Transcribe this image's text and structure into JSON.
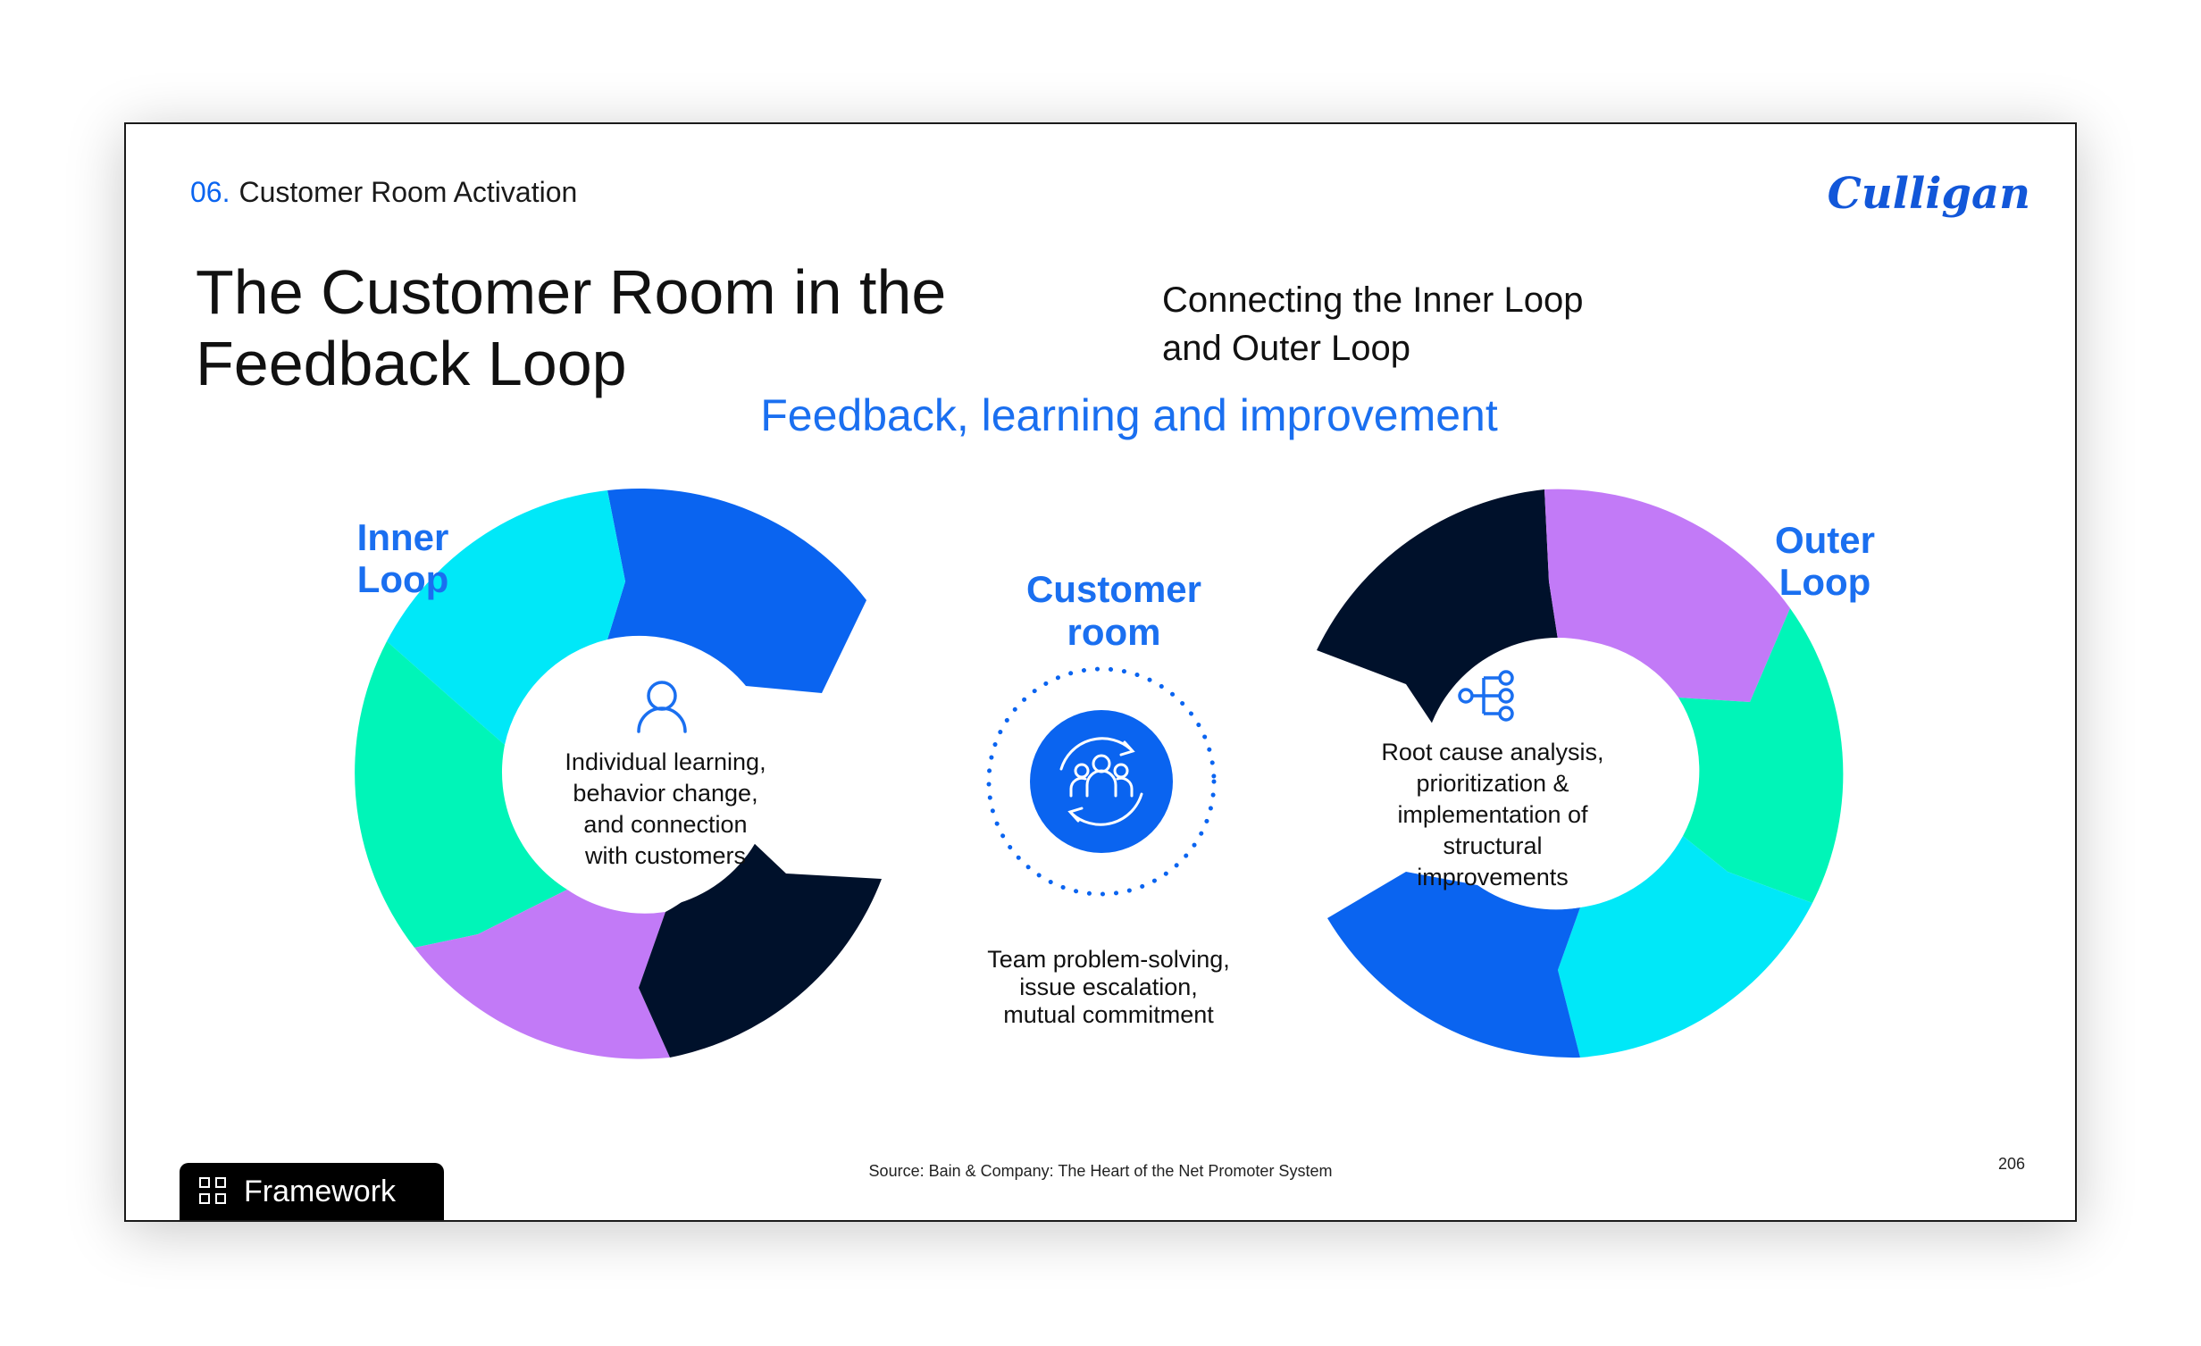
{
  "header": {
    "section_number": "06.",
    "section_title": "Customer Room Activation",
    "logo_text": "Culligan"
  },
  "title": {
    "line1": "The Customer Room in the",
    "line2": "Feedback Loop"
  },
  "subtitle": {
    "line1": "Connecting the Inner Loop",
    "line2": "and Outer Loop"
  },
  "diagram": {
    "heading": "Feedback, learning and improvement",
    "inner_loop": {
      "label_line1": "Inner",
      "label_line2": "Loop",
      "text_lines": [
        "Individual learning,",
        "behavior change,",
        "and connection",
        "with customers"
      ]
    },
    "customer_room": {
      "label_line1": "Customer",
      "label_line2": "room",
      "text_lines": [
        "Team problem-solving,",
        "issue escalation,",
        "mutual commitment"
      ]
    },
    "outer_loop": {
      "label_line1": "Outer",
      "label_line2": "Loop",
      "text_lines": [
        "Root cause analysis,",
        "prioritization &",
        "implementation of",
        "structural",
        "improvements"
      ]
    },
    "colors": {
      "blue": "#0a64f0",
      "cyan": "#00e8f8",
      "green": "#00f5b8",
      "purple": "#c27af7",
      "navy": "#00112b",
      "accent_text": "#1a6ff0"
    }
  },
  "footer": {
    "tag_label": "Framework",
    "source": "Source: Bain & Company: The Heart of the Net Promoter System",
    "page_number": "206"
  }
}
